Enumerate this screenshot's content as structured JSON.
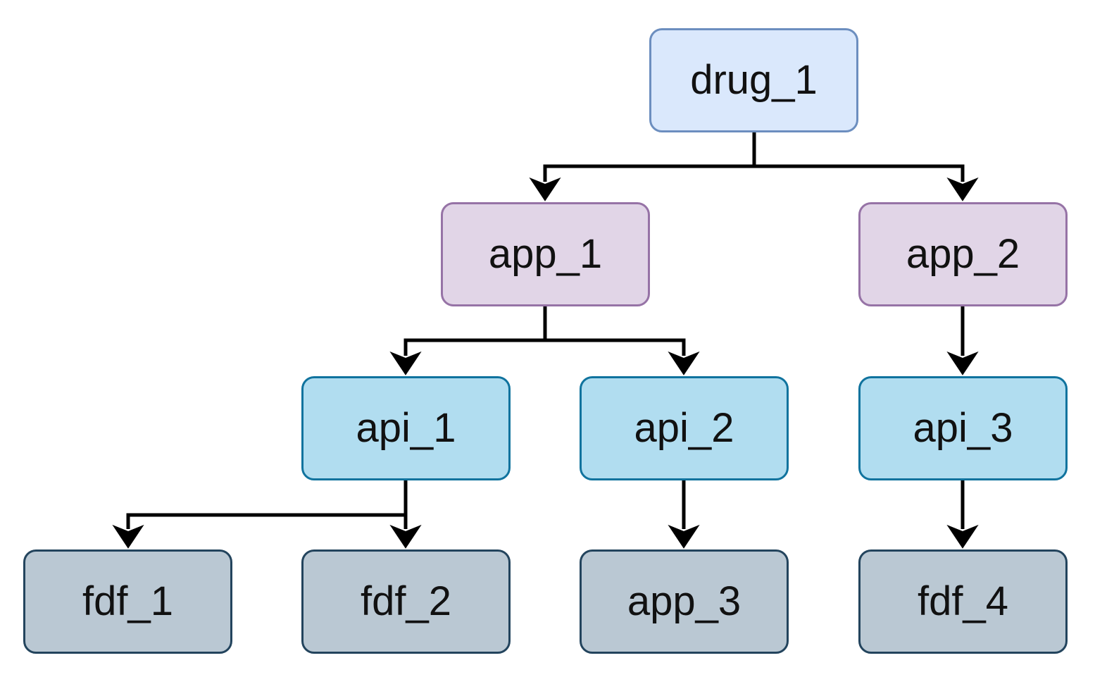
{
  "nodes": {
    "drug_1": "drug_1",
    "app_1": "app_1",
    "app_2": "app_2",
    "api_1": "api_1",
    "api_2": "api_2",
    "api_3": "api_3",
    "fdf_1": "fdf_1",
    "fdf_2": "fdf_2",
    "app_3": "app_3",
    "fdf_4": "fdf_4"
  },
  "edges": [
    {
      "from": "drug_1",
      "to": "app_1"
    },
    {
      "from": "drug_1",
      "to": "app_2"
    },
    {
      "from": "app_1",
      "to": "api_1"
    },
    {
      "from": "app_1",
      "to": "api_2"
    },
    {
      "from": "app_2",
      "to": "api_3"
    },
    {
      "from": "api_1",
      "to": "fdf_1"
    },
    {
      "from": "api_1",
      "to": "fdf_2"
    },
    {
      "from": "api_2",
      "to": "app_3"
    },
    {
      "from": "api_3",
      "to": "fdf_4"
    }
  ],
  "colors": {
    "drug_fill": "#dae8fc",
    "drug_border": "#6c8ebf",
    "app_fill": "#e1d5e7",
    "app_border": "#9673a6",
    "api_fill": "#b1ddf0",
    "api_border": "#10739e",
    "fdf_fill": "#bac8d3",
    "fdf_border": "#23445d",
    "edge": "#000000"
  }
}
